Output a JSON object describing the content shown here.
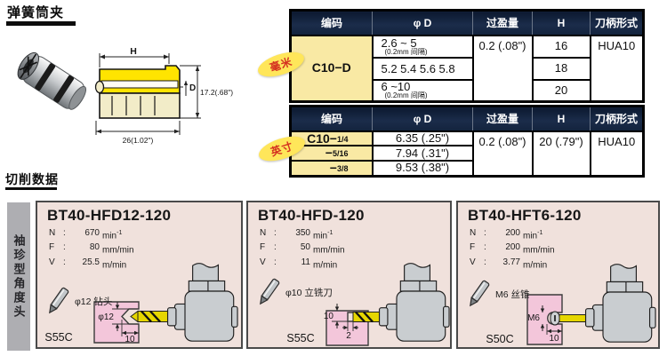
{
  "page": {
    "section1_title": "弹簧筒夹",
    "section2_title": "切削数据",
    "sidebar_label": "袖珍型角度头"
  },
  "drawing": {
    "dim_h": "H",
    "dim_d": "D",
    "dim_height": "17.2(.68\")",
    "dim_length": "26(1.02\")"
  },
  "misc": {
    "colon": ":"
  },
  "table_metric": {
    "badge": "毫米",
    "headers": [
      "编码",
      "φ D",
      "过盈量",
      "H",
      "刀柄形式"
    ],
    "code": "C10−D",
    "rows": [
      {
        "d_main": "2.6 ~ 5",
        "d_sub": "(0.2mm 间隔)",
        "h": "16"
      },
      {
        "d_main": "5.2 5.4 5.6 5.8",
        "d_sub": "",
        "h": "18"
      },
      {
        "d_main": "6 ~10",
        "d_sub": "(0.2mm 间隔)",
        "h": "20"
      }
    ],
    "interference": "0.2 (.08\")",
    "shank": "HUA10"
  },
  "table_inch": {
    "badge": "英寸",
    "headers": [
      "编码",
      "φ D",
      "过盈量",
      "H",
      "刀柄形式"
    ],
    "rows": [
      {
        "code_prefix": "C10−",
        "code_frac": "1/4",
        "d": "6.35 (.25\")"
      },
      {
        "code_prefix": "−",
        "code_frac": "5/16",
        "d": "7.94 (.31\")"
      },
      {
        "code_prefix": "−",
        "code_frac": "3/8",
        "d": "9.53 (.38\")"
      }
    ],
    "interference": "0.2 (.08\")",
    "h": "20 (.79\")",
    "shank": "HUA10"
  },
  "panels": [
    {
      "title": "BT40-HFD12-120",
      "specs": [
        {
          "label": "N",
          "value": "670",
          "unit": "min",
          "unit_sup": "-1"
        },
        {
          "label": "F",
          "value": "80",
          "unit": "mm/min",
          "unit_sup": ""
        },
        {
          "label": "V",
          "value": "25.5",
          "unit": "m/min",
          "unit_sup": ""
        }
      ],
      "tool_label": "φ12 钻头",
      "material": "S55C",
      "dim1": "φ12",
      "dim2": "10"
    },
    {
      "title": "BT40-HFD-120",
      "specs": [
        {
          "label": "N",
          "value": "350",
          "unit": "min",
          "unit_sup": "-1"
        },
        {
          "label": "F",
          "value": "50",
          "unit": "mm/min",
          "unit_sup": ""
        },
        {
          "label": "V",
          "value": "11",
          "unit": "m/min",
          "unit_sup": ""
        }
      ],
      "tool_label": "φ10 立铣刀",
      "material": "S55C",
      "dim1": "10",
      "dim2": "2"
    },
    {
      "title": "BT40-HFT6-120",
      "specs": [
        {
          "label": "N",
          "value": "200",
          "unit": "min",
          "unit_sup": "-1"
        },
        {
          "label": "F",
          "value": "200",
          "unit": "mm/min",
          "unit_sup": ""
        },
        {
          "label": "V",
          "value": "3.77",
          "unit": "m/min",
          "unit_sup": ""
        }
      ],
      "tool_label": "M6 丝锥",
      "material": "S50C",
      "dim1": "M6",
      "dim2": "10"
    }
  ],
  "colors": {
    "header_bg": "#13233d",
    "cell_yellow": "#f9e9a4",
    "badge_yellow": "#ffe65a",
    "badge_text": "#d43020",
    "panel_bg": "#f0e1dc",
    "workpiece_pink": "#f3c6da",
    "tool_yellow": "#e6d600",
    "machine_gray": "#c9cdd0",
    "sidebar_gray": "#aeaeb2"
  }
}
